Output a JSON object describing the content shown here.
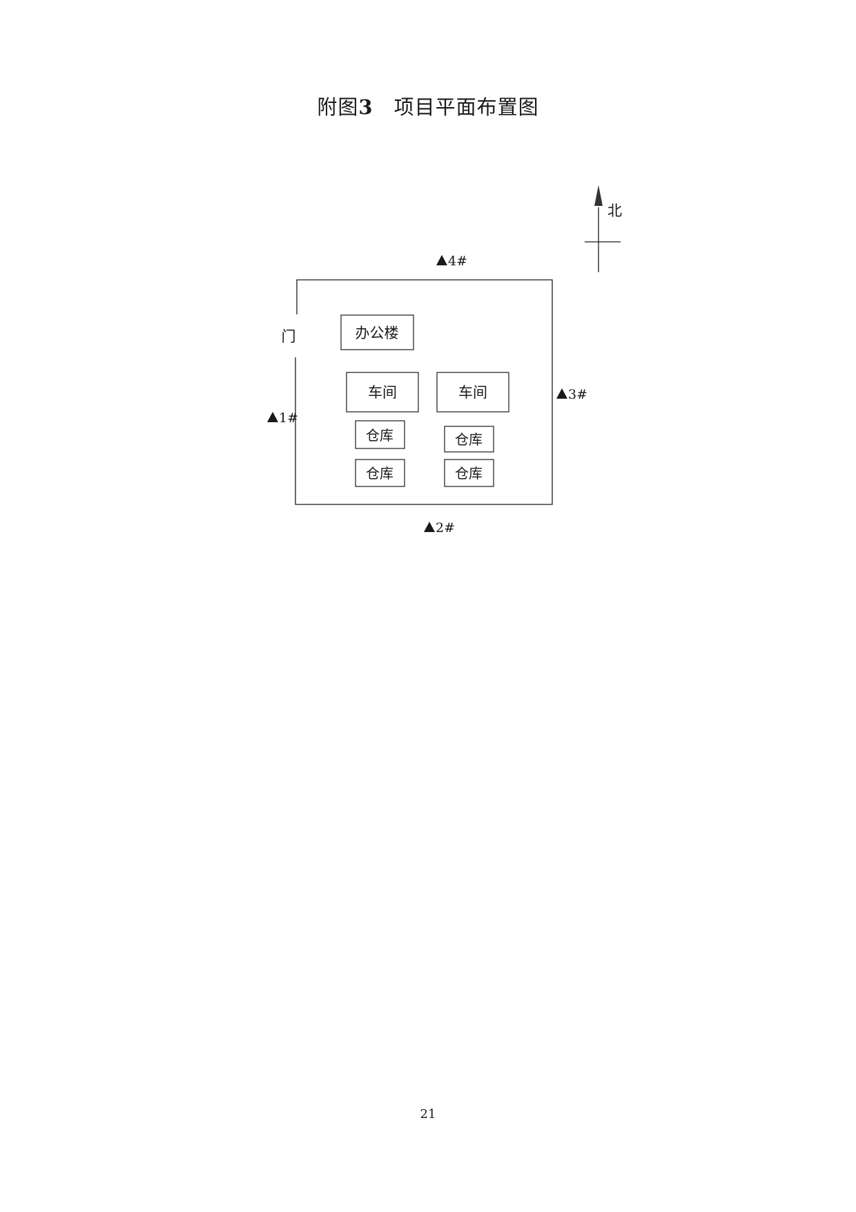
{
  "title": {
    "fig_label": "附图",
    "fig_number": "3",
    "text": "项目平面布置图"
  },
  "north_label": "北",
  "gate_label": "门",
  "buildings": {
    "office": "办公楼",
    "workshop_left": "车间",
    "workshop_right": "车间",
    "warehouse_left_top": "仓库",
    "warehouse_left_bottom": "仓库",
    "warehouse_right_top": "仓库",
    "warehouse_right_bottom": "仓库"
  },
  "monitoring_points": {
    "p1": "1#",
    "p2": "2#",
    "p3": "3#",
    "p4": "4#"
  },
  "page_number": "21"
}
